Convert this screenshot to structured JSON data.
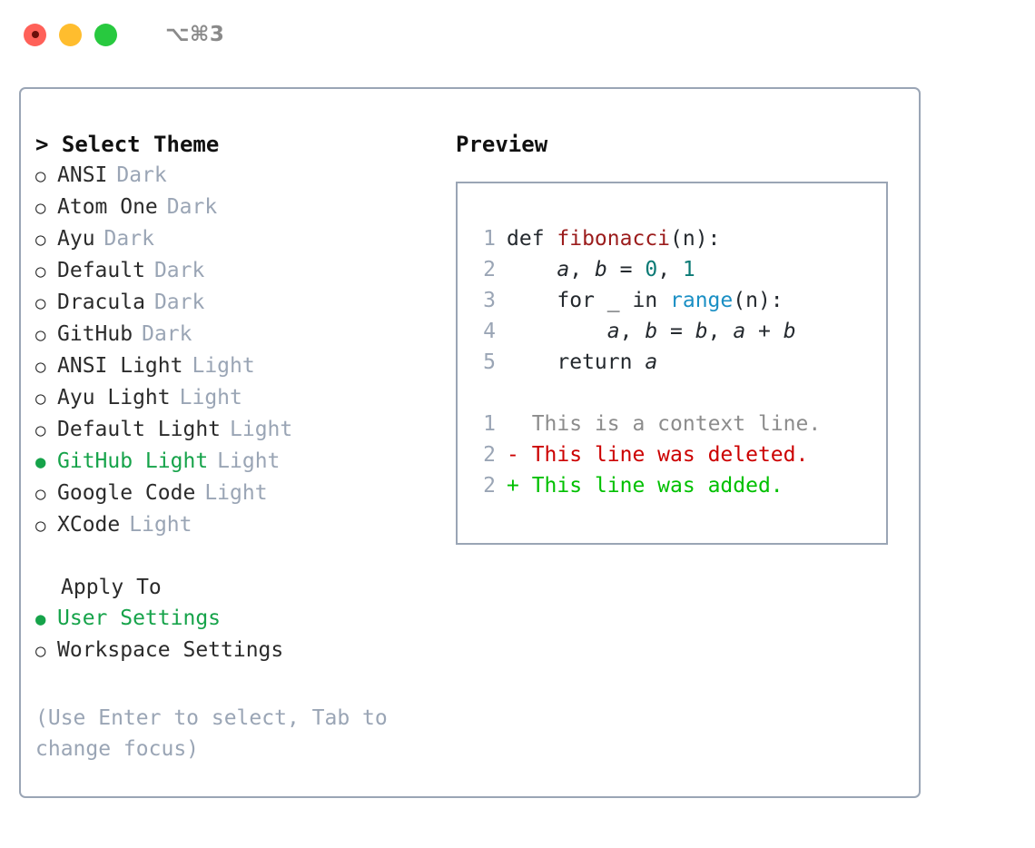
{
  "titlebar": {
    "shortcut": "⌥⌘3",
    "dots": [
      "close",
      "minimize",
      "zoom"
    ]
  },
  "left_panel": {
    "heading": "> Select Theme",
    "marker_unselected": "○",
    "marker_selected": "●",
    "themes": [
      {
        "name": "ANSI",
        "tag": "Dark",
        "selected": false
      },
      {
        "name": "Atom One",
        "tag": "Dark",
        "selected": false
      },
      {
        "name": "Ayu",
        "tag": "Dark",
        "selected": false
      },
      {
        "name": "Default",
        "tag": "Dark",
        "selected": false
      },
      {
        "name": "Dracula",
        "tag": "Dark",
        "selected": false
      },
      {
        "name": "GitHub",
        "tag": "Dark",
        "selected": false
      },
      {
        "name": "ANSI Light",
        "tag": "Light",
        "selected": false
      },
      {
        "name": "Ayu Light",
        "tag": "Light",
        "selected": false
      },
      {
        "name": "Default Light",
        "tag": "Light",
        "selected": false
      },
      {
        "name": "GitHub Light",
        "tag": "Light",
        "selected": true
      },
      {
        "name": "Google Code",
        "tag": "Light",
        "selected": false
      },
      {
        "name": "XCode",
        "tag": "Light",
        "selected": false
      }
    ],
    "apply_to": {
      "heading": "Apply To",
      "options": [
        {
          "name": "User Settings",
          "selected": true
        },
        {
          "name": "Workspace Settings",
          "selected": false
        }
      ]
    },
    "hint": "(Use Enter to select, Tab to change focus)"
  },
  "preview": {
    "heading": "Preview",
    "code_lines": [
      {
        "no": "1",
        "segments": [
          {
            "t": "def ",
            "c": "plain"
          },
          {
            "t": "fibonacci",
            "c": "func"
          },
          {
            "t": "(n):",
            "c": "plain"
          }
        ]
      },
      {
        "no": "2",
        "segments": [
          {
            "t": "    ",
            "c": "plain"
          },
          {
            "t": "a",
            "c": "var"
          },
          {
            "t": ", ",
            "c": "plain"
          },
          {
            "t": "b",
            "c": "var"
          },
          {
            "t": " = ",
            "c": "plain"
          },
          {
            "t": "0",
            "c": "num"
          },
          {
            "t": ", ",
            "c": "plain"
          },
          {
            "t": "1",
            "c": "num"
          }
        ]
      },
      {
        "no": "3",
        "segments": [
          {
            "t": "    for _ in ",
            "c": "plain"
          },
          {
            "t": "range",
            "c": "call"
          },
          {
            "t": "(n):",
            "c": "plain"
          }
        ]
      },
      {
        "no": "4",
        "segments": [
          {
            "t": "        ",
            "c": "plain"
          },
          {
            "t": "a",
            "c": "var"
          },
          {
            "t": ", ",
            "c": "plain"
          },
          {
            "t": "b",
            "c": "var"
          },
          {
            "t": " = ",
            "c": "plain"
          },
          {
            "t": "b",
            "c": "var"
          },
          {
            "t": ", ",
            "c": "plain"
          },
          {
            "t": "a",
            "c": "var"
          },
          {
            "t": " + ",
            "c": "plain"
          },
          {
            "t": "b",
            "c": "var"
          }
        ]
      },
      {
        "no": "5",
        "segments": [
          {
            "t": "    return ",
            "c": "plain"
          },
          {
            "t": "a",
            "c": "var"
          }
        ]
      }
    ],
    "diff_lines": [
      {
        "no": "1",
        "sign": " ",
        "text": "This is a context line.",
        "kind": "ctx"
      },
      {
        "no": "2",
        "sign": "-",
        "text": "This line was deleted.",
        "kind": "del"
      },
      {
        "no": "2",
        "sign": "+",
        "text": "This line was added.",
        "kind": "add"
      }
    ]
  },
  "colors": {
    "border": "#9aa5b5",
    "selected_green": "#16a34a",
    "diff_added": "#00c000",
    "diff_deleted": "#cc0000",
    "syntax_function": "#9b1c1c",
    "syntax_number": "#0b7a75",
    "syntax_call": "#1a8fc4",
    "muted": "#9aa5b5"
  }
}
